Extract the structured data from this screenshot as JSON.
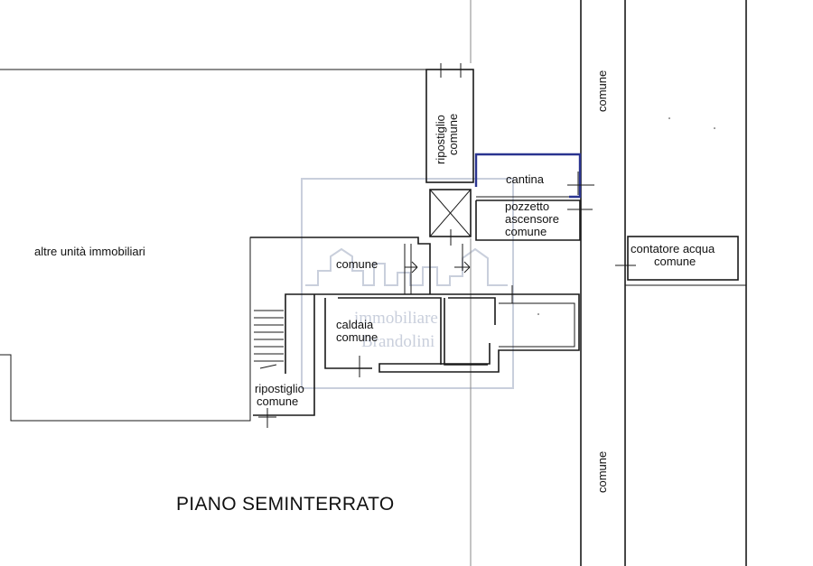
{
  "title": "PIANO SEMINTERRATO",
  "rooms": {
    "altre_unita": "altre unità immobiliari",
    "ripostiglio_top_1": "ripostiglio",
    "ripostiglio_top_2": "comune",
    "cantina": "cantina",
    "pozzetto_1": "pozzetto",
    "pozzetto_2": "ascensore",
    "pozzetto_3": "comune",
    "comune_corridor": "comune",
    "caldaia_1": "caldaia",
    "caldaia_2": "comune",
    "ripostiglio_bottom_1": "ripostiglio",
    "ripostiglio_bottom_2": "comune",
    "comune_street_top": "comune",
    "comune_street_bottom": "comune",
    "contatore_1": "contatore acqua",
    "contatore_2": "comune"
  },
  "watermark": {
    "line1": "immobiliare",
    "line2": "Brandolini"
  },
  "colors": {
    "walls": "#1a1a1a",
    "highlight_cantina": "#2a3490",
    "watermark": "#c9cfdc"
  }
}
